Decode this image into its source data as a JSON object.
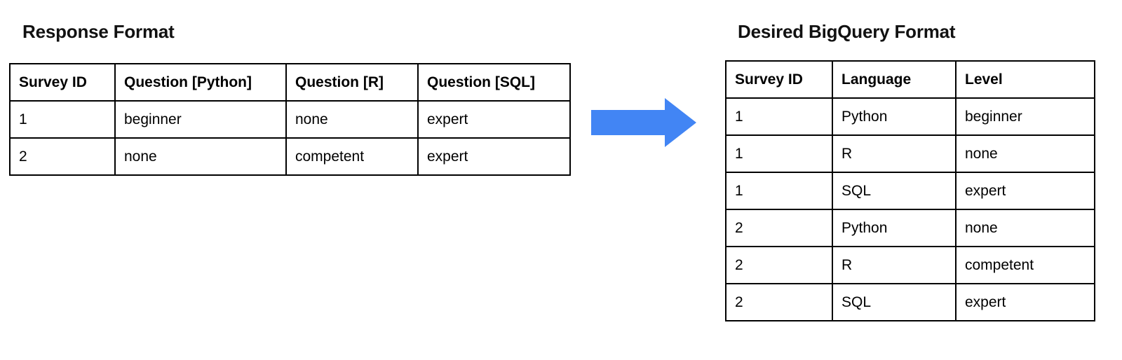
{
  "page": {
    "background_color": "#ffffff",
    "text_color": "#000000",
    "border_color": "#000000"
  },
  "left_panel": {
    "title": "Response Format",
    "table": {
      "headers": [
        "Survey ID",
        "Question [Python]",
        "Question [R]",
        "Question [SQL]"
      ],
      "rows": [
        [
          "1",
          "beginner",
          "none",
          "expert"
        ],
        [
          "2",
          "none",
          "competent",
          "expert"
        ]
      ]
    }
  },
  "arrow": {
    "icon": "right-arrow-icon",
    "color": "#4285f4",
    "direction": "right"
  },
  "right_panel": {
    "title": "Desired BigQuery Format",
    "table": {
      "headers": [
        "Survey ID",
        "Language",
        "Level"
      ],
      "rows": [
        [
          "1",
          "Python",
          "beginner"
        ],
        [
          "1",
          "R",
          "none"
        ],
        [
          "1",
          "SQL",
          "expert"
        ],
        [
          "2",
          "Python",
          "none"
        ],
        [
          "2",
          "R",
          "competent"
        ],
        [
          "2",
          "SQL",
          "expert"
        ]
      ]
    }
  }
}
